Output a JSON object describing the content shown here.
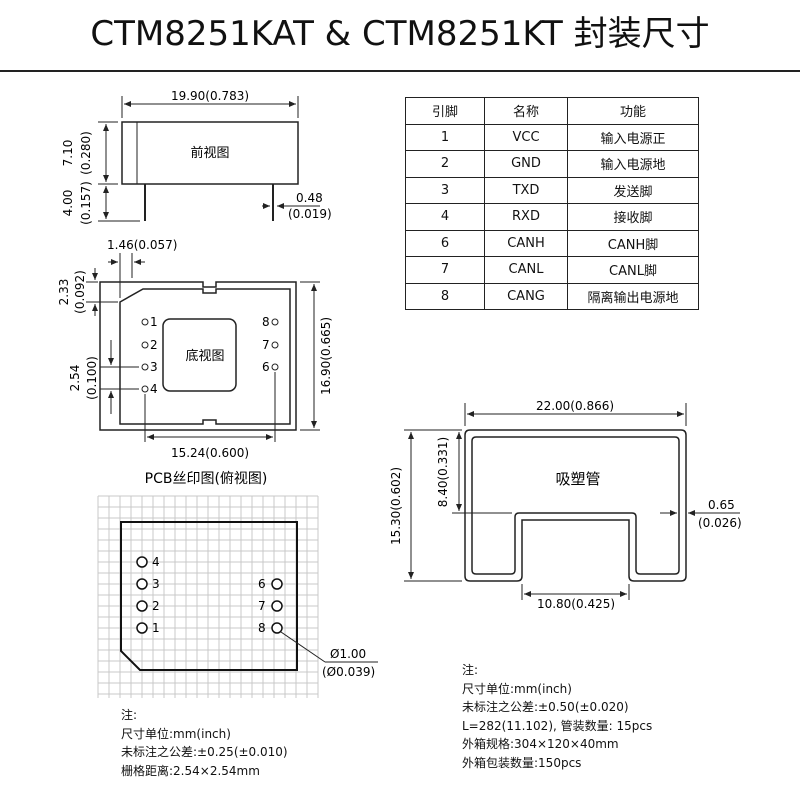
{
  "title": "CTM8251KAT & CTM8251KT 封装尺寸",
  "front_view": {
    "label": "前视图",
    "width_dim": "19.90(0.783)",
    "height_dim_mm": "7.10",
    "height_dim_in": "(0.280)",
    "pin_len_mm": "4.00",
    "pin_len_in": "(0.157)",
    "pin_dia_mm": "0.48",
    "pin_dia_in": "(0.019)"
  },
  "bottom_view": {
    "label": "底视图",
    "corner_dim": "1.46(0.057)",
    "notch_dim_mm": "2.33",
    "notch_dim_in": "(0.092)",
    "pitch_mm": "2.54",
    "pitch_in": "(0.100)",
    "height_dim": "16.90(0.665)",
    "span_dim": "15.24(0.600)",
    "left_pins": [
      "1",
      "2",
      "3",
      "4"
    ],
    "right_pins": [
      "8",
      "7",
      "6"
    ]
  },
  "pcb_view": {
    "label": "PCB丝印图(俯视图)",
    "left_pins": [
      "4",
      "3",
      "2",
      "1"
    ],
    "right_pins": [
      "6",
      "7",
      "8"
    ],
    "hole_dia_mm": "Ø1.00",
    "hole_dia_in": "(Ø0.039)"
  },
  "pin_table": {
    "headers": [
      "引脚",
      "名称",
      "功能"
    ],
    "rows": [
      [
        "1",
        "VCC",
        "输入电源正"
      ],
      [
        "2",
        "GND",
        "输入电源地"
      ],
      [
        "3",
        "TXD",
        "发送脚"
      ],
      [
        "4",
        "RXD",
        "接收脚"
      ],
      [
        "6",
        "CANH",
        "CANH脚"
      ],
      [
        "7",
        "CANL",
        "CANL脚"
      ],
      [
        "8",
        "CANG",
        "隔离输出电源地"
      ]
    ]
  },
  "tube": {
    "label": "吸塑管",
    "width_dim": "22.00(0.866)",
    "height_dim": "15.30(0.602)",
    "inner_dim": "8.40(0.331)",
    "wall_mm": "0.65",
    "wall_in": "(0.026)",
    "slot_dim": "10.80(0.425)"
  },
  "notes_left": [
    "注:",
    "尺寸单位:mm(inch)",
    "未标注之公差:±0.25(±0.010)",
    "栅格距离:2.54×2.54mm"
  ],
  "notes_right": [
    "注:",
    "尺寸单位:mm(inch)",
    "未标注之公差:±0.50(±0.020)",
    "L=282(11.102), 管装数量: 15pcs",
    "外箱规格:304×120×40mm",
    "外箱包装数量:150pcs"
  ]
}
